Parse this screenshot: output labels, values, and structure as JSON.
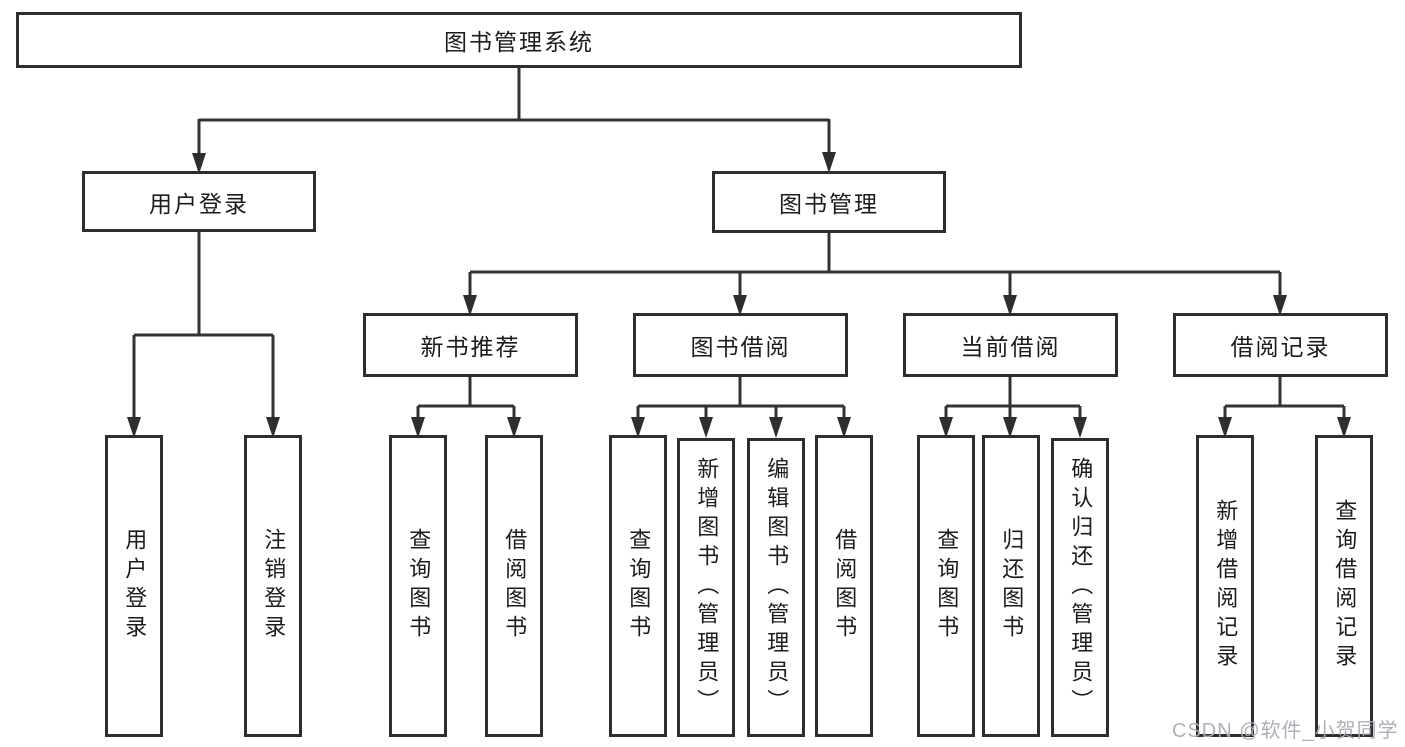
{
  "title": "图书管理系统",
  "watermark": "CSDN @软件_小贺同学",
  "colors": {
    "box_border": "#2e2e2e",
    "connector_line": "#333333",
    "text": "#1c1c1c",
    "watermark": "#a8acb4",
    "background": "#ffffff"
  },
  "nodes": {
    "root": {
      "label": "图书管理系统"
    },
    "userLogin": {
      "label": "用户登录"
    },
    "bookMgmt": {
      "label": "图书管理"
    },
    "newBookRec": {
      "label": "新书推荐"
    },
    "bookBorrow": {
      "label": "图书借阅"
    },
    "currentBorrow": {
      "label": "当前借阅"
    },
    "borrowRecord": {
      "label": "借阅记录"
    },
    "leafUserLogin": {
      "label": "用户登录"
    },
    "leafLogout": {
      "label": "注销登录"
    },
    "leafRecQuery": {
      "label": "查询图书"
    },
    "leafRecBorrow": {
      "label": "借阅图书"
    },
    "leafBorQuery": {
      "label": "查询图书"
    },
    "leafBorAdd": {
      "label": "新增图书（管理员）"
    },
    "leafBorEdit": {
      "label": "编辑图书（管理员）"
    },
    "leafBorBorrow": {
      "label": "借阅图书"
    },
    "leafCurQuery": {
      "label": "查询图书"
    },
    "leafCurReturn": {
      "label": "归还图书"
    },
    "leafCurConfirm": {
      "label": "确认归还（管理员）"
    },
    "leafRecordAdd": {
      "label": "新增借阅记录"
    },
    "leafRecordQuery": {
      "label": "查询借阅记录"
    }
  },
  "edges": [
    {
      "from": "root",
      "to": "userLogin"
    },
    {
      "from": "root",
      "to": "bookMgmt"
    },
    {
      "from": "userLogin",
      "to": "leafUserLogin"
    },
    {
      "from": "userLogin",
      "to": "leafLogout"
    },
    {
      "from": "bookMgmt",
      "to": "newBookRec"
    },
    {
      "from": "bookMgmt",
      "to": "bookBorrow"
    },
    {
      "from": "bookMgmt",
      "to": "currentBorrow"
    },
    {
      "from": "bookMgmt",
      "to": "borrowRecord"
    },
    {
      "from": "newBookRec",
      "to": "leafRecQuery"
    },
    {
      "from": "newBookRec",
      "to": "leafRecBorrow"
    },
    {
      "from": "bookBorrow",
      "to": "leafBorQuery"
    },
    {
      "from": "bookBorrow",
      "to": "leafBorAdd"
    },
    {
      "from": "bookBorrow",
      "to": "leafBorEdit"
    },
    {
      "from": "bookBorrow",
      "to": "leafBorBorrow"
    },
    {
      "from": "currentBorrow",
      "to": "leafCurQuery"
    },
    {
      "from": "currentBorrow",
      "to": "leafCurReturn"
    },
    {
      "from": "currentBorrow",
      "to": "leafCurConfirm"
    },
    {
      "from": "borrowRecord",
      "to": "leafRecordAdd"
    },
    {
      "from": "borrowRecord",
      "to": "leafRecordQuery"
    }
  ]
}
